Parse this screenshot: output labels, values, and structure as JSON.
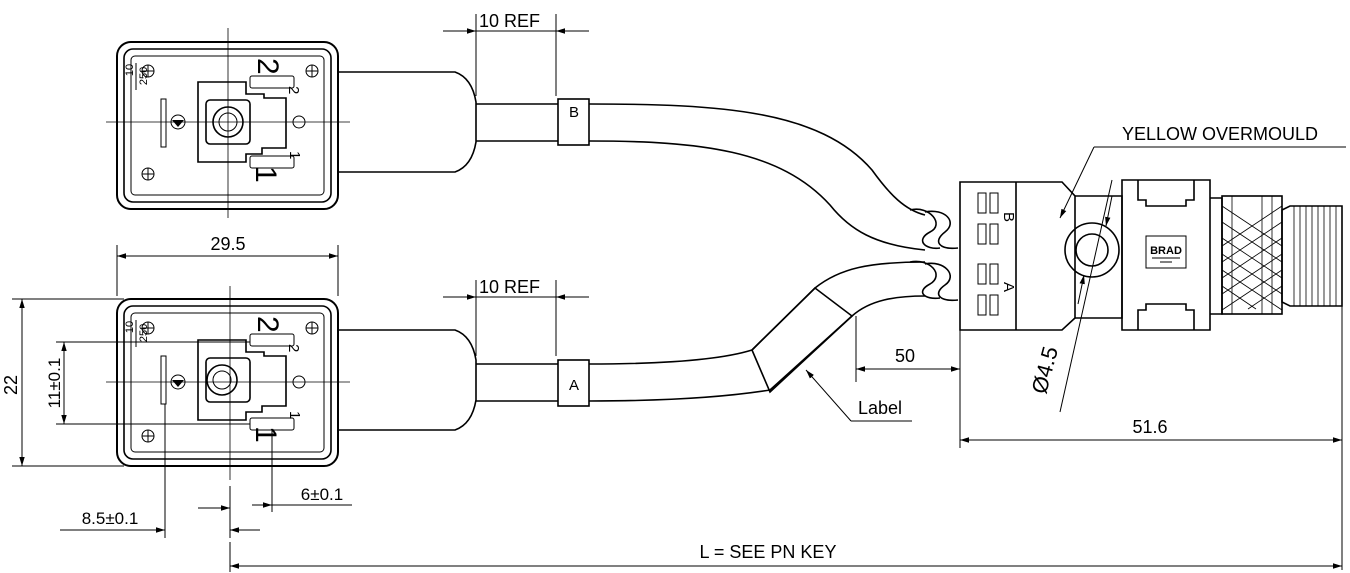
{
  "dimensions": {
    "ref_top": "10 REF",
    "ref_bottom": "10 REF",
    "width_29_5": "29.5",
    "height_22": "22",
    "height_11": "11±0.1",
    "offset_8_5": "8.5±0.1",
    "offset_6": "6±0.1",
    "dim_50": "50",
    "dim_51_6": "51.6",
    "diameter": "Ø4.5",
    "length": "L = SEE PN KEY"
  },
  "callouts": {
    "overmould": "YELLOW OVERMOULD",
    "label": "Label"
  },
  "cable_markers": {
    "top": "B",
    "bottom": "A"
  },
  "connector_text": {
    "pin1": "1",
    "pin2": "2",
    "pin1_small": "1",
    "pin2_small": "2",
    "rating_top": "10",
    "rating_bottom": "250"
  },
  "splitter": {
    "port_b": "B",
    "port_a": "A",
    "brand": "BRAD"
  }
}
